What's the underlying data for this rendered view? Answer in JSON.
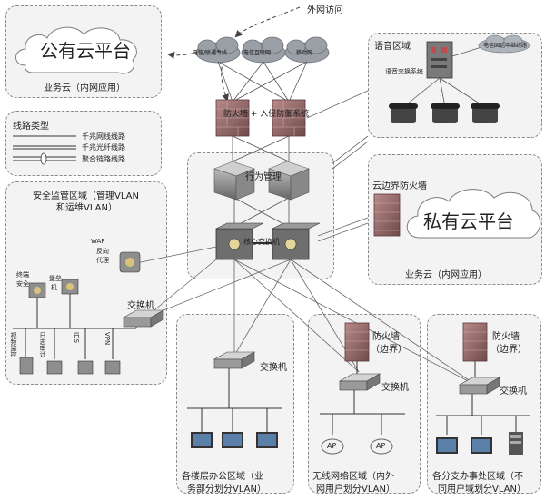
{
  "internet": {
    "label": "外网访问",
    "isp_clouds": [
      "电信/联通专线",
      "电信互联网",
      "移动网"
    ]
  },
  "public_cloud": {
    "title": "公有云平台",
    "caption": "业务云（内网应用）"
  },
  "line_types": {
    "title": "线路类型",
    "items": [
      "千兆网线线路",
      "千兆光纤线路",
      "聚合链路线路"
    ]
  },
  "security_zone": {
    "title_line1": "安全监管区域（管理VLAN",
    "title_line2": "和运维VLAN）",
    "waf_label": [
      "WAF",
      "反向",
      "代理"
    ],
    "terminal_label": [
      "终端",
      "安全"
    ],
    "bastion_label": [
      "堡垒",
      "机"
    ],
    "switch_label": "交换机",
    "bottom_labels": [
      "视频监控",
      "日志审计",
      "IDS",
      "VPN"
    ]
  },
  "core": {
    "firewall_label": "防火墙 + 入侵防御系统",
    "behavior_label": "行为管理",
    "core_switch_label": "核心交换机"
  },
  "voice_zone": {
    "title": "语音区域",
    "system_label": "语音交换系统",
    "trunk_label": "电信固话中继线路"
  },
  "private_cloud": {
    "firewall_label": "云边界防火墙",
    "title": "私有云平台",
    "caption": "业务云（内网应用）"
  },
  "office_zone": {
    "switch_label": "交换机",
    "caption_line1": "各楼层办公区域（业",
    "caption_line2": "务部分划分VLAN）"
  },
  "wireless_zone": {
    "firewall_label": [
      "防火墙",
      "（边界）"
    ],
    "switch_label": "交换机",
    "ap_label": "AP",
    "caption_line1": "无线网络区域（内外",
    "caption_line2": "网用户划分VLAN）"
  },
  "branch_zone": {
    "firewall_label": [
      "防火墙",
      "（边界）"
    ],
    "switch_label": "交换机",
    "caption_line1": "各分支办事处区域（不",
    "caption_line2": "同用户域划分VLAN）"
  }
}
